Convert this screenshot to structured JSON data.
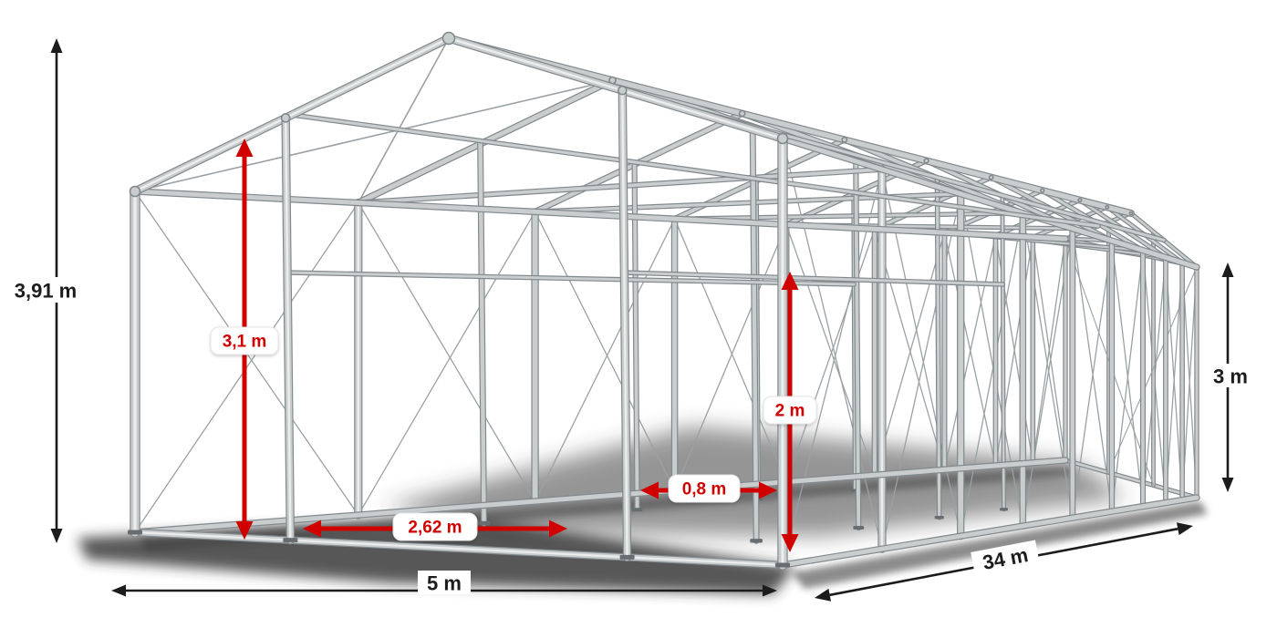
{
  "colors": {
    "accent_red": "#d10000",
    "dimension_black": "#1c1c1c",
    "metal": "#c9cdce",
    "metal_dark": "#82898c",
    "metal_light": "#eceeee",
    "cable": "#9aa1a4",
    "shadow": "#2e2e2e",
    "label_bg": "#ffffff"
  },
  "dimensions": {
    "total_height": "3,91 m",
    "entrance_height": "3,1 m",
    "entrance_width": "2,62 m",
    "side_clearance": "0,8 m",
    "inner_height": "2 m",
    "width": "5 m",
    "length": "34 m",
    "side_height": "3 m"
  }
}
